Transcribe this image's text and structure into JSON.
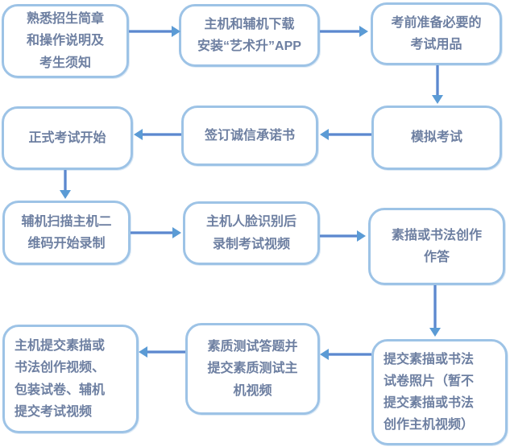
{
  "diagram": {
    "title": "",
    "type": "flowchart",
    "colors": {
      "node_border": "#9DC3E6",
      "node_text": "#6D7FA1",
      "arrow_head": "#5B9BD5",
      "arrow_core": "#4472C4",
      "background": "#FFFFFF"
    }
  },
  "flowchart": {
    "nodes": [
      {
        "id": "familiarize-guide",
        "label": "熟悉招生简章\n和操作说明及\n考生须知"
      },
      {
        "id": "download-app",
        "label": "主机和辅机下载\n安装“艺术升”APP"
      },
      {
        "id": "prepare-supplies",
        "label": "考前准备必要的\n考试用品"
      },
      {
        "id": "formal-exam-start",
        "label": "正式考试开始"
      },
      {
        "id": "sign-integrity-pledge",
        "label": "签订诚信承诺书"
      },
      {
        "id": "mock-exam",
        "label": "模拟考试"
      },
      {
        "id": "scan-qrcode-record",
        "label": "辅机扫描主机二\n维码开始录制"
      },
      {
        "id": "face-recognition-record",
        "label": "主机人脸识别后\n录制考试视频"
      },
      {
        "id": "sketch-calligraphy-answer",
        "label": "素描或书法创作\n作答"
      },
      {
        "id": "submit-final-videos",
        "label": "主机提交素描或\n书法创作视频、\n包装试卷、辅机\n提交考试视频"
      },
      {
        "id": "quality-test-submit",
        "label": "素质测试答题并\n提交素质测试主\n机视频"
      },
      {
        "id": "submit-paper-photos",
        "label": "提交素描或书法\n试卷照片（暂不\n提交素描或书法\n创作主机视频）"
      }
    ],
    "connections": [
      {
        "from": "familiarize-guide",
        "to": "download-app"
      },
      {
        "from": "download-app",
        "to": "prepare-supplies"
      },
      {
        "from": "prepare-supplies",
        "to": "mock-exam"
      },
      {
        "from": "mock-exam",
        "to": "sign-integrity-pledge"
      },
      {
        "from": "sign-integrity-pledge",
        "to": "formal-exam-start"
      },
      {
        "from": "formal-exam-start",
        "to": "scan-qrcode-record"
      },
      {
        "from": "scan-qrcode-record",
        "to": "face-recognition-record"
      },
      {
        "from": "face-recognition-record",
        "to": "sketch-calligraphy-answer"
      },
      {
        "from": "sketch-calligraphy-answer",
        "to": "submit-paper-photos"
      },
      {
        "from": "submit-paper-photos",
        "to": "quality-test-submit"
      },
      {
        "from": "quality-test-submit",
        "to": "submit-final-videos"
      }
    ]
  }
}
